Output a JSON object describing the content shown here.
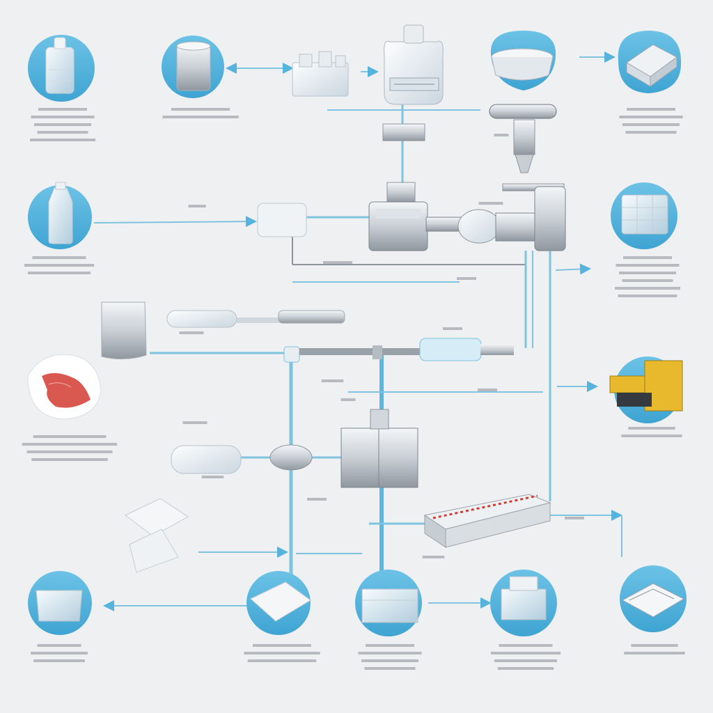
{
  "diagram": {
    "colors": {
      "background": "#eef0f2",
      "accent_blue": "#56b4dc",
      "pipe_blue": "#7ec3df",
      "pipe_grey": "#b8bec4",
      "machine_grey": "#c8ccd1",
      "machine_dark": "#8d949b",
      "machine_yellow": "#e8b92c",
      "product_red": "#d23c32",
      "text_scribble": "#8a9096"
    },
    "nodes": [
      {
        "id": "bottle",
        "icon": "plastic-bottle-icon",
        "shape": "circle"
      },
      {
        "id": "canister",
        "icon": "canister-icon",
        "shape": "circle"
      },
      {
        "id": "granulator-top",
        "icon": "granulator-icon",
        "shape": "plain"
      },
      {
        "id": "hopper-tank",
        "icon": "hopper-tank-icon",
        "shape": "plain"
      },
      {
        "id": "tray-stack",
        "icon": "tray-stack-icon",
        "shape": "blob"
      },
      {
        "id": "mesh-crate",
        "icon": "mesh-crate-icon",
        "shape": "blob"
      },
      {
        "id": "jug",
        "icon": "jug-icon",
        "shape": "circle"
      },
      {
        "id": "extruder",
        "icon": "extruder-icon",
        "shape": "plain"
      },
      {
        "id": "crate-blocks",
        "icon": "crate-blocks-icon",
        "shape": "circle"
      },
      {
        "id": "bag",
        "icon": "pouch-bag-icon",
        "shape": "plain"
      },
      {
        "id": "film-wrap",
        "icon": "shrink-wrap-icon",
        "shape": "plain"
      },
      {
        "id": "yellow-machine",
        "icon": "yellow-machine-icon",
        "shape": "circle"
      },
      {
        "id": "cylinder-drum",
        "icon": "cylinder-drum-icon",
        "shape": "plain"
      },
      {
        "id": "grey-cabinet",
        "icon": "cabinet-icon",
        "shape": "plain"
      },
      {
        "id": "conveyor-oven",
        "icon": "conveyor-oven-icon",
        "shape": "plain"
      },
      {
        "id": "folded-sheets",
        "icon": "folded-sheets-icon",
        "shape": "plain"
      },
      {
        "id": "tub",
        "icon": "tub-icon",
        "shape": "circle"
      },
      {
        "id": "sheet-film",
        "icon": "sheet-film-icon",
        "shape": "circle"
      },
      {
        "id": "tray-box",
        "icon": "tray-box-icon",
        "shape": "circle"
      },
      {
        "id": "stack-box",
        "icon": "stack-box-icon",
        "shape": "circle"
      },
      {
        "id": "blister-pack",
        "icon": "blister-pack-icon",
        "shape": "circle"
      }
    ]
  }
}
